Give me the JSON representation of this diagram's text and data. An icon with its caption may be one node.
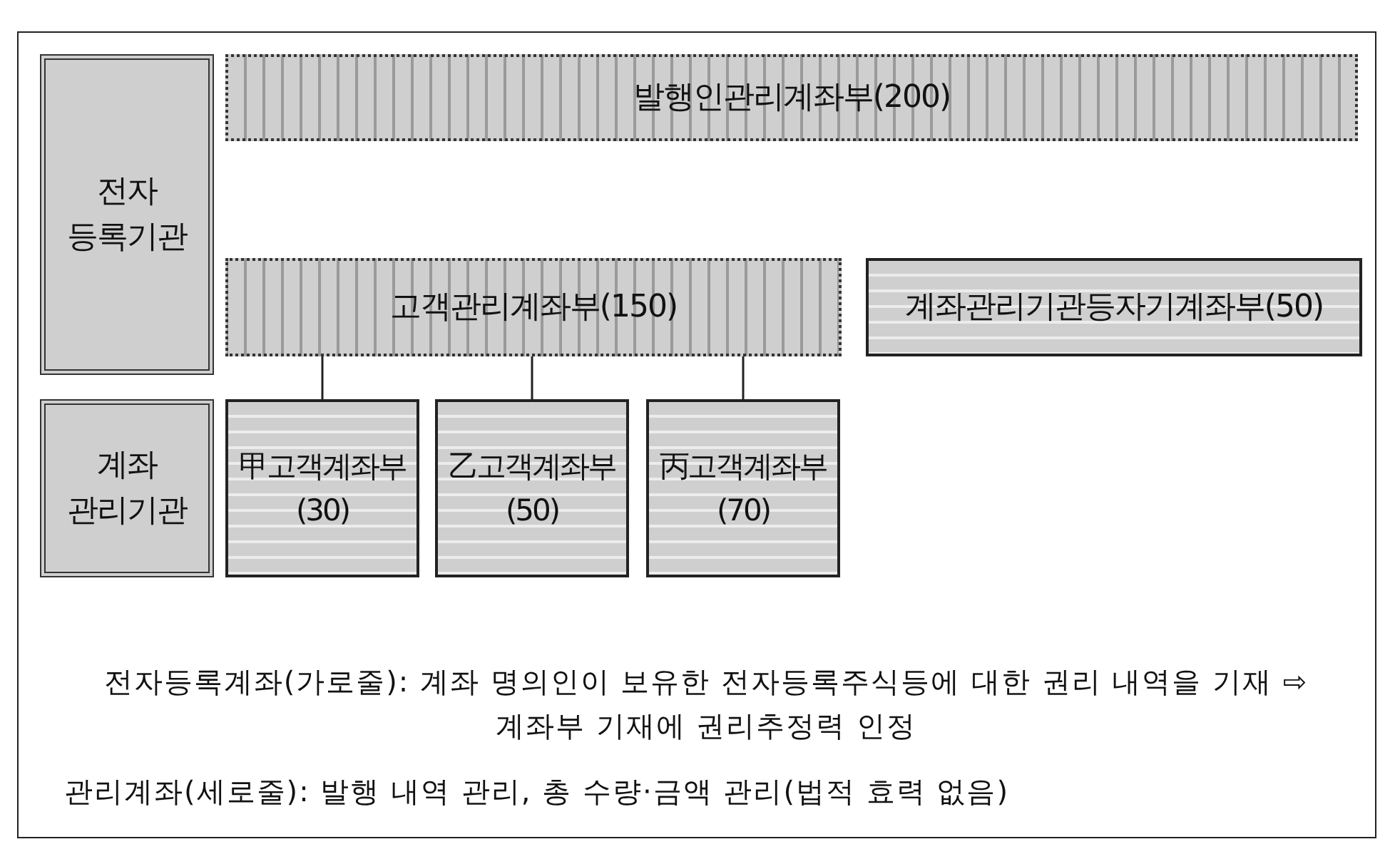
{
  "diagram": {
    "nodes": [
      {
        "text": [
          "전자 등록기관"
        ]
      },
      {
        "text": [
          "발행인관리계좌부(200)"
        ]
      },
      {
        "text": [
          "고객관리계좌부(150)"
        ]
      },
      {
        "text": [
          "계좌관리기관등자기계좌부(50)"
        ]
      },
      {
        "text": [
          "계좌 관리기관"
        ]
      },
      {
        "text": [
          "甲고객계좌부 (30)"
        ]
      },
      {
        "text": [
          "乙고객계좌부 (50)"
        ]
      },
      {
        "text": [
          "丙고객계좌부 (70)"
        ]
      }
    ],
    "edges": [
      {
        "from": 2,
        "to": 5,
        "arrow": "none"
      },
      {
        "from": 2,
        "to": 6,
        "arrow": "none"
      },
      {
        "from": 2,
        "to": 7,
        "arrow": "none"
      }
    ],
    "labels": [
      "전자등록계좌(가로줄): 계좌 명의인이 보유한 전자등록주식등에 대한 권리 내역을 기재 ⇨ 계좌부 기재에 권리추정력 인정",
      "관리계좌(세로줄): 발행 내역 관리, 총 수량·금액 관리(법적 효력 없음)"
    ]
  }
}
